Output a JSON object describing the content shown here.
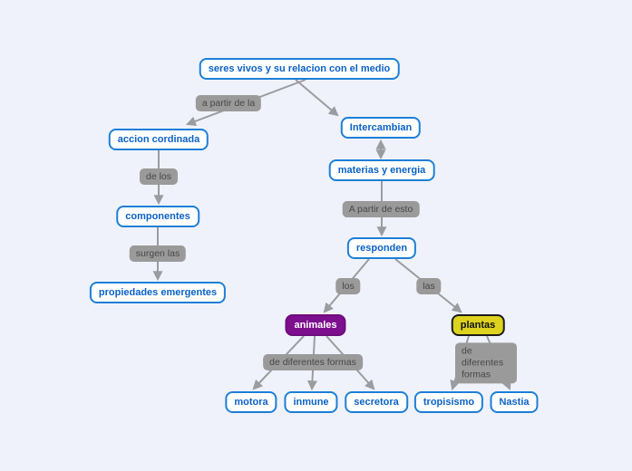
{
  "canvas": {
    "background": "#eff2fb"
  },
  "colors": {
    "concept_border": "#1d7fd6",
    "concept_text": "#0b62c6",
    "link_label_bg": "#9a9a9a",
    "link_label_text": "#474747",
    "animales_bg": "#7d0f8f",
    "animales_text": "#ffffff",
    "plantas_bg": "#ddd31f",
    "plantas_border": "#1a1a1a",
    "arrow": "#9a9ca0"
  },
  "nodes": {
    "root": {
      "label": "seres vivos y su relacion con el medio",
      "type": "concept"
    },
    "accion": {
      "label": "accion cordinada",
      "type": "concept"
    },
    "componentes": {
      "label": "componentes",
      "type": "concept"
    },
    "propiedades": {
      "label": "propiedades emergentes",
      "type": "concept"
    },
    "intercambian": {
      "label": "Intercambian",
      "type": "concept"
    },
    "materias": {
      "label": "materias y energia",
      "type": "concept"
    },
    "responden": {
      "label": "responden",
      "type": "concept"
    },
    "animales": {
      "label": "animales",
      "type": "concept-purple"
    },
    "plantas": {
      "label": "plantas",
      "type": "concept-yellow"
    },
    "motora": {
      "label": "motora",
      "type": "concept"
    },
    "inmune": {
      "label": "inmune",
      "type": "concept"
    },
    "secretora": {
      "label": "secretora",
      "type": "concept"
    },
    "tropisismo": {
      "label": "tropisismo",
      "type": "concept"
    },
    "nastia": {
      "label": "Nastia",
      "type": "concept"
    }
  },
  "link_labels": {
    "apartirdela": {
      "label": "a partir de la"
    },
    "delos": {
      "label": "de los"
    },
    "surgenlas": {
      "label": "surgen las"
    },
    "apartiresto": {
      "label": "A partir de esto"
    },
    "los": {
      "label": "los"
    },
    "las": {
      "label": "las"
    },
    "formas_izq": {
      "label": "de diferentes formas"
    },
    "formas_der": {
      "label": "de diferentes formas"
    }
  },
  "edges": [
    {
      "from": "seres vivos y su relacion con el medio",
      "label": "a partir de la",
      "to": "accion cordinada"
    },
    {
      "from": "seres vivos y su relacion con el medio",
      "label": "",
      "to": "Intercambian"
    },
    {
      "from": "Intercambian",
      "label": "",
      "to": "materias y energia",
      "bidirectional": true
    },
    {
      "from": "materias y energia",
      "label": "A partir de esto",
      "to": "responden"
    },
    {
      "from": "accion cordinada",
      "label": "de los",
      "to": "componentes"
    },
    {
      "from": "componentes",
      "label": "surgen las",
      "to": "propiedades emergentes"
    },
    {
      "from": "responden",
      "label": "los",
      "to": "animales"
    },
    {
      "from": "responden",
      "label": "las",
      "to": "plantas"
    },
    {
      "from": "animales",
      "label": "de diferentes formas",
      "to": "motora"
    },
    {
      "from": "animales",
      "label": "de diferentes formas",
      "to": "inmune"
    },
    {
      "from": "animales",
      "label": "de diferentes formas",
      "to": "secretora"
    },
    {
      "from": "plantas",
      "label": "de diferentes formas",
      "to": "tropisismo"
    },
    {
      "from": "plantas",
      "label": "de diferentes formas",
      "to": "Nastia"
    }
  ]
}
